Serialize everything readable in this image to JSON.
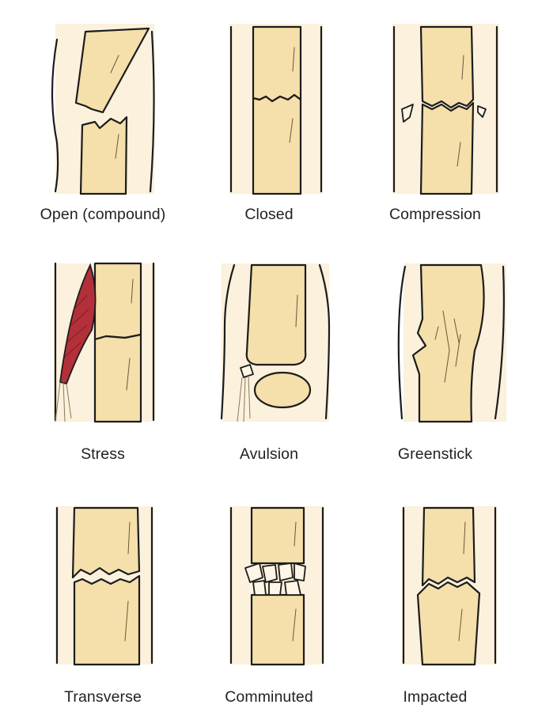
{
  "figure": {
    "panels": [
      {
        "id": "open",
        "label": "Open (compound)"
      },
      {
        "id": "closed",
        "label": "Closed"
      },
      {
        "id": "compression",
        "label": "Compression"
      },
      {
        "id": "stress",
        "label": "Stress"
      },
      {
        "id": "avulsion",
        "label": "Avulsion"
      },
      {
        "id": "greenstick",
        "label": "Greenstick"
      },
      {
        "id": "transverse",
        "label": "Transverse"
      },
      {
        "id": "comminuted",
        "label": "Comminuted"
      },
      {
        "id": "impacted",
        "label": "Impacted"
      }
    ]
  },
  "colors": {
    "bone": "#f5dfaa",
    "tissue": "#fbf1dc",
    "outline": "#1c1c1c",
    "muscle": "#b3303b"
  }
}
